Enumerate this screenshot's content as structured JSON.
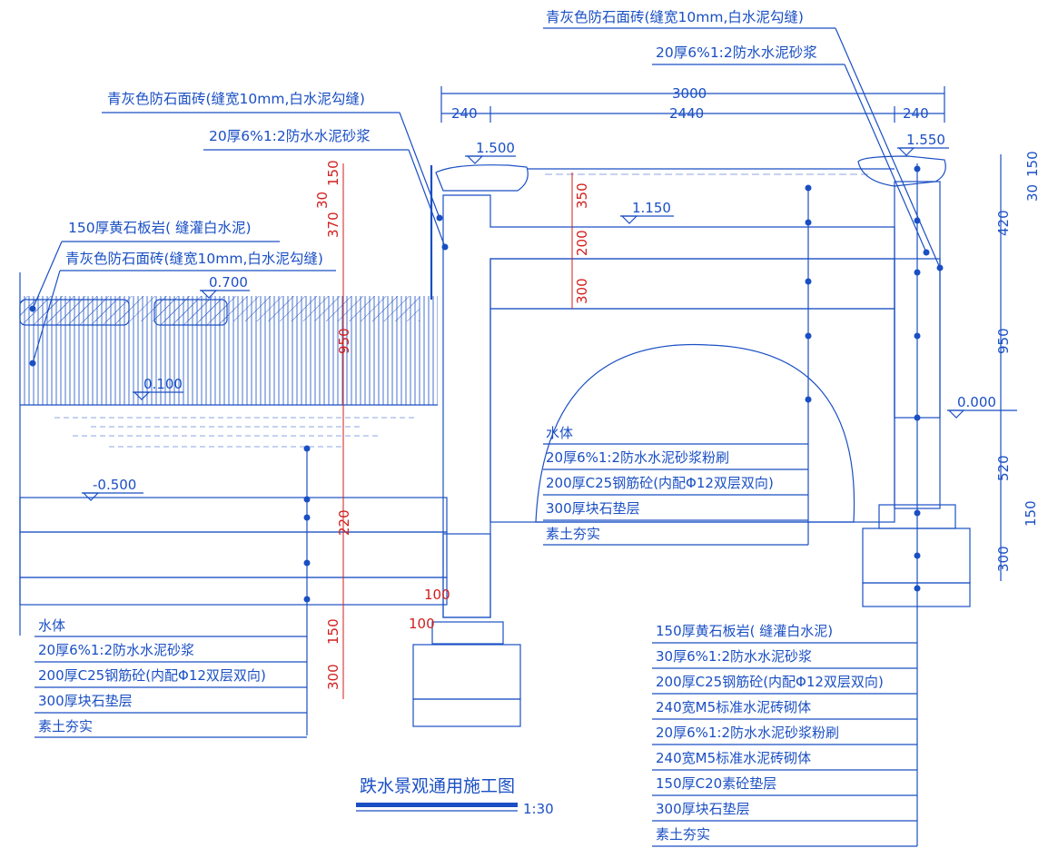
{
  "title": "跌水景观通用施工图",
  "scale": "1:30",
  "colors": {
    "line": "#1a4fc4",
    "dimension_red": "#d11e1e"
  },
  "elevations": {
    "e1500": "1.500",
    "e1550": "1.550",
    "e1150": "1.150",
    "e0700": "0.700",
    "e0100": "0.100",
    "e0000": "0.000",
    "em0500": "-0.500"
  },
  "dimensions": {
    "top_total": "3000",
    "top_left": "240",
    "top_mid": "2440",
    "top_right": "240",
    "left_30": "30",
    "left_150": "150",
    "left_370": "370",
    "left_950": "950",
    "left_220": "220",
    "left_150b": "150",
    "left_300": "300",
    "mid_350": "350",
    "mid_200": "200",
    "mid_300": "300",
    "right_30": "30",
    "right_150": "150",
    "right_420": "420",
    "right_950": "950",
    "right_520": "520",
    "right_150b": "150",
    "right_300": "300",
    "found_100a": "100",
    "found_100b": "100"
  },
  "callouts": {
    "top_right_1": "青灰色防石面砖(缝宽10mm,白水泥勾缝)",
    "top_right_2": "20厚6%1:2防水水泥砂浆",
    "top_left_1": "青灰色防石面砖(缝宽10mm,白水泥勾缝)",
    "top_left_2": "20厚6%1:2防水水泥砂浆",
    "left_1": "150厚黄石板岩( 缝灌白水泥)",
    "left_2": "青灰色防石面砖(缝宽10mm,白水泥勾缝)"
  },
  "legend_center": [
    "水体",
    "20厚6%1:2防水水泥砂浆粉刷",
    "200厚C25钢筋砼(内配Φ12双层双向)",
    "300厚块石垫层",
    "素土夯实"
  ],
  "legend_left": [
    "水体",
    "20厚6%1:2防水水泥砂浆",
    "200厚C25钢筋砼(内配Φ12双层双向)",
    "300厚块石垫层",
    "素土夯实"
  ],
  "legend_right": [
    "150厚黄石板岩( 缝灌白水泥)",
    "30厚6%1:2防水水泥砂浆",
    "200厚C25钢筋砼(内配Φ12双层双向)",
    "240宽M5标准水泥砖砌体",
    "20厚6%1:2防水水泥砂浆粉刷",
    "240宽M5标准水泥砖砌体",
    "150厚C20素砼垫层",
    "300厚块石垫层",
    "素土夯实"
  ]
}
